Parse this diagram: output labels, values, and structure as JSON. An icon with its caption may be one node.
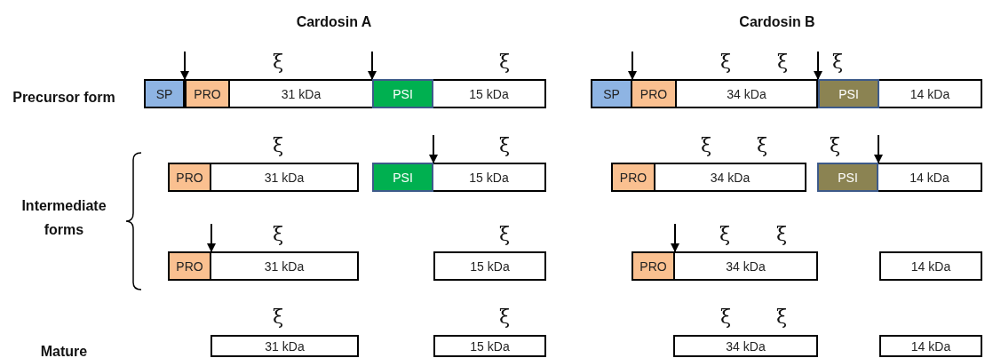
{
  "diagram": {
    "nodes": [
      {
        "text": [
          "SP"
        ]
      },
      {
        "text": [
          "PRO"
        ]
      },
      {
        "text": [
          "31 kDa"
        ]
      },
      {
        "text": [
          "PSI"
        ]
      },
      {
        "text": [
          "15 kDa"
        ]
      },
      {
        "text": [
          "SP"
        ]
      },
      {
        "text": [
          "PRO"
        ]
      },
      {
        "text": [
          "34 kDa"
        ]
      },
      {
        "text": [
          "PSI"
        ]
      },
      {
        "text": [
          "14 kDa"
        ]
      },
      {
        "text": [
          "PRO"
        ]
      },
      {
        "text": [
          "31 kDa"
        ]
      },
      {
        "text": [
          "PSI"
        ]
      },
      {
        "text": [
          "15 kDa"
        ]
      },
      {
        "text": [
          "PRO"
        ]
      },
      {
        "text": [
          "34 kDa"
        ]
      },
      {
        "text": [
          "PSI"
        ]
      },
      {
        "text": [
          "14 kDa"
        ]
      },
      {
        "text": [
          "PRO"
        ]
      },
      {
        "text": [
          "31 kDa"
        ]
      },
      {
        "text": [
          "15 kDa"
        ]
      },
      {
        "text": [
          "PRO"
        ]
      },
      {
        "text": [
          "34 kDa"
        ]
      },
      {
        "text": [
          "14 kDa"
        ]
      },
      {
        "text": [
          "31 kDa"
        ]
      },
      {
        "text": [
          "15 kDa"
        ]
      },
      {
        "text": [
          "34 kDa"
        ]
      },
      {
        "text": [
          "14 kDa"
        ]
      }
    ],
    "edges": [
      {
        "from": null,
        "to": 0,
        "arrow": "to"
      },
      {
        "from": null,
        "to": 3,
        "arrow": "to"
      },
      {
        "from": null,
        "to": 5,
        "arrow": "to"
      },
      {
        "from": null,
        "to": 8,
        "arrow": "to"
      },
      {
        "from": null,
        "to": 12,
        "arrow": "to"
      },
      {
        "from": null,
        "to": 16,
        "arrow": "to"
      },
      {
        "from": null,
        "to": 18,
        "arrow": "to"
      },
      {
        "from": null,
        "to": 21,
        "arrow": "to"
      }
    ],
    "labels": [
      "Cardosin A",
      "Cardosin B",
      "ξ",
      "ξ",
      "ξ",
      "ξ",
      "ξ",
      "Precursor form",
      "ξ",
      "ξ",
      "ξ",
      "ξ",
      "ξ",
      "Intermediate forms",
      "ξ",
      "ξ",
      "ξ",
      "ξ",
      "ξ",
      "ξ",
      "ξ",
      "ξ",
      "Mature"
    ]
  }
}
